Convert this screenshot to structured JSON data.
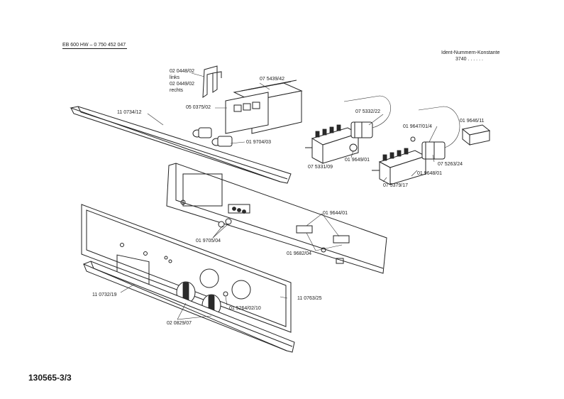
{
  "header": {
    "model": "EB 600 HW – 0 750 452 047",
    "ident_label": "Ident-Nummern-Konstante",
    "ident_value": "3740  . .  . . . ."
  },
  "footer": {
    "document_number": "130565-3/3"
  },
  "parts": {
    "p_020448": "02 0448/02",
    "p_links": "links",
    "p_020449": "02 0449/02",
    "p_rechts": "rechts",
    "p_075439": "07 5439/42",
    "p_110734": "11 0734/12",
    "p_050375": "05 0375/02",
    "p_019704": "01 9704/03",
    "p_075332": "07 5332/22",
    "p_019647": "01 9647/01/4",
    "p_019646": "01 9646/11",
    "p_075331": "07 5331/09",
    "p_019649": "01 9649/01",
    "p_075263": "07 5263/24",
    "p_019648": "01 9648/01",
    "p_075379": "07 5379/17",
    "p_019644": "01 9644/01",
    "p_019705": "01 9705/04",
    "p_019682": "01 9682/04",
    "p_110732": "11 0732/19",
    "p_015264": "01 5264/02/10",
    "p_110763": "11 0763/25",
    "p_020829": "02 0829/07"
  }
}
